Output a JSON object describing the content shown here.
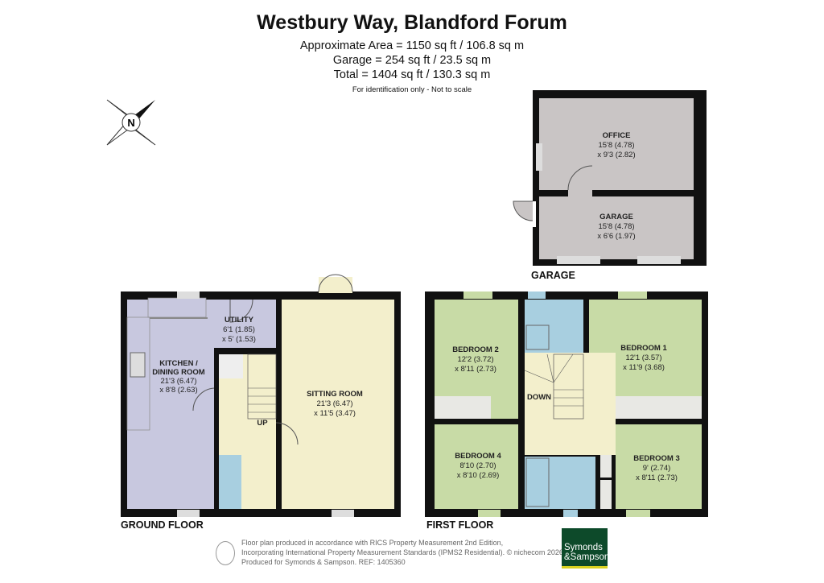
{
  "header": {
    "title": "Westbury Way, Blandford Forum",
    "approx_area": "Approximate Area = 1150 sq ft / 106.8 sq m",
    "garage_area": "Garage = 254 sq ft / 23.5 sq m",
    "total_area": "Total = 1404 sq ft / 130.3 sq m",
    "note": "For identification only - Not to scale"
  },
  "compass": {
    "label": "N"
  },
  "floors": {
    "ground": {
      "label": "GROUND FLOOR",
      "rooms": [
        {
          "name": "KITCHEN /",
          "name2": "DINING ROOM",
          "dim1": "21'3 (6.47)",
          "dim2": "x 8'8 (2.63)"
        },
        {
          "name": "UTILITY",
          "dim1": "6'1 (1.85)",
          "dim2": "x 5' (1.53)"
        },
        {
          "name": "SITTING ROOM",
          "dim1": "21'3 (6.47)",
          "dim2": "x 11'5 (3.47)"
        }
      ],
      "stairs": "UP"
    },
    "first": {
      "label": "FIRST FLOOR",
      "rooms": [
        {
          "name": "BEDROOM 2",
          "dim1": "12'2 (3.72)",
          "dim2": "x 8'11 (2.73)"
        },
        {
          "name": "BEDROOM 1",
          "dim1": "12'1 (3.57)",
          "dim2": "x 11'9 (3.68)"
        },
        {
          "name": "BEDROOM 4",
          "dim1": "8'10 (2.70)",
          "dim2": "x 8'10 (2.69)"
        },
        {
          "name": "BEDROOM 3",
          "dim1": "9' (2.74)",
          "dim2": "x 8'11 (2.73)"
        }
      ],
      "stairs": "DOWN"
    },
    "garage": {
      "label": "GARAGE",
      "rooms": [
        {
          "name": "OFFICE",
          "dim1": "15'8 (4.78)",
          "dim2": "x 9'3 (2.82)"
        },
        {
          "name": "GARAGE",
          "dim1": "15'8 (4.78)",
          "dim2": "x 6'6 (1.97)"
        }
      ]
    }
  },
  "colors": {
    "kitchen": "#c8c8df",
    "hall": "#f3efcc",
    "bathroom": "#a8cfe0",
    "bedroom": "#c8dba6",
    "office": "#c9c5c5",
    "wall": "#111111",
    "brand": "#0d4a2a"
  },
  "footer": {
    "line1": "Floor plan produced in accordance with RICS Property Measurement 2nd Edition,",
    "line2": "Incorporating International Property Measurement Standards (IPMS2 Residential).   © nichecom 2026.",
    "line3": "Produced for Symonds & Sampson.   REF:  1405360"
  },
  "logo": {
    "line1": "Symonds",
    "line2": "&Sampson"
  }
}
